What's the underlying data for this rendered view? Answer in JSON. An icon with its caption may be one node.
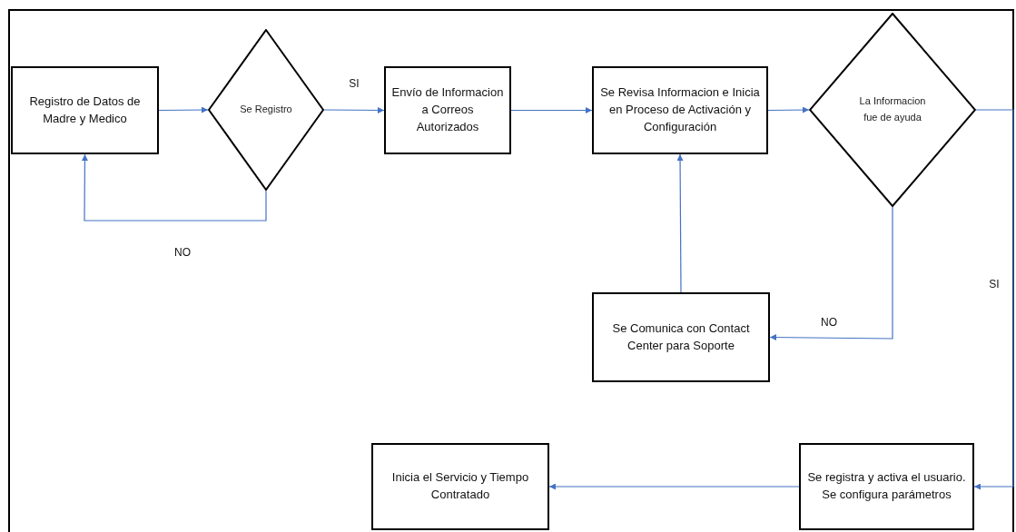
{
  "diagram": {
    "nodes": [
      {
        "text": [
          "Registro de Datos de Madre y Medico"
        ]
      },
      {
        "text": [
          "Se Registro"
        ]
      },
      {
        "text": [
          "Envío de Informacion a Correos Autorizados"
        ]
      },
      {
        "text": [
          "Se Revisa Informacion e Inicia en Proceso de Activación y Configuración"
        ]
      },
      {
        "text": [
          "La Informacion fue de ayuda"
        ]
      },
      {
        "text": [
          "Se Comunica con Contact Center para Soporte"
        ]
      },
      {
        "text": [
          "Se registra y activa el usuario. Se configura parámetros"
        ]
      },
      {
        "text": [
          "Inicia el Servicio y Tiempo Contratado"
        ]
      }
    ],
    "edges": [
      {
        "from": 0,
        "to": 1,
        "arrow": "to"
      },
      {
        "from": 1,
        "to": 2,
        "arrow": "to",
        "label": "SI"
      },
      {
        "from": 1,
        "to": 0,
        "arrow": "to",
        "label": "NO"
      },
      {
        "from": 2,
        "to": 3,
        "arrow": "to"
      },
      {
        "from": 3,
        "to": 4,
        "arrow": "to"
      },
      {
        "from": 4,
        "to": 5,
        "arrow": "to",
        "label": "NO"
      },
      {
        "from": 5,
        "to": 3,
        "arrow": "to"
      },
      {
        "from": 4,
        "to": 6,
        "arrow": "to",
        "label": "SI"
      },
      {
        "from": 6,
        "to": 7,
        "arrow": "to"
      }
    ]
  }
}
